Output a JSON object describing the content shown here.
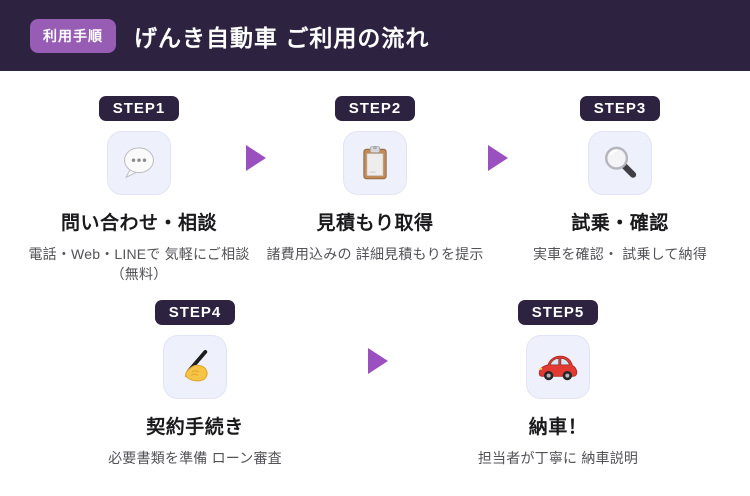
{
  "header": {
    "badge": "利用手順",
    "title": "げんき自動車 ご利用の流れ"
  },
  "steps": [
    {
      "badge": "STEP1",
      "icon": "speech-bubble-icon",
      "title": "問い合わせ・相談",
      "desc_line1": "電話・Web・LINEで 気軽にご相談",
      "desc_line2": "（無料）"
    },
    {
      "badge": "STEP2",
      "icon": "clipboard-icon",
      "title": "見積もり取得",
      "desc_line1": "諸費用込みの 詳細見積もりを提示"
    },
    {
      "badge": "STEP3",
      "icon": "magnifier-icon",
      "title": "試乗・確認",
      "desc_line1": "実車を確認・ 試乗して納得"
    },
    {
      "badge": "STEP4",
      "icon": "writing-hand-icon",
      "title": "契約手続き",
      "desc_line1": "必要書類を準備 ローン審査"
    },
    {
      "badge": "STEP5",
      "icon": "car-icon",
      "title": "納車！",
      "desc_line1": "担当者が丁寧に 納車説明"
    }
  ],
  "colors": {
    "header_bg": "#2d2240",
    "header_badge_bg": "#975cb3",
    "step_badge_bg": "#2d2240",
    "arrow": "#9b50bf",
    "tile_bg": "#eef0fb",
    "tile_border": "#e1e4f4",
    "title_text": "#1a1a1c",
    "desc_text": "#525257"
  }
}
